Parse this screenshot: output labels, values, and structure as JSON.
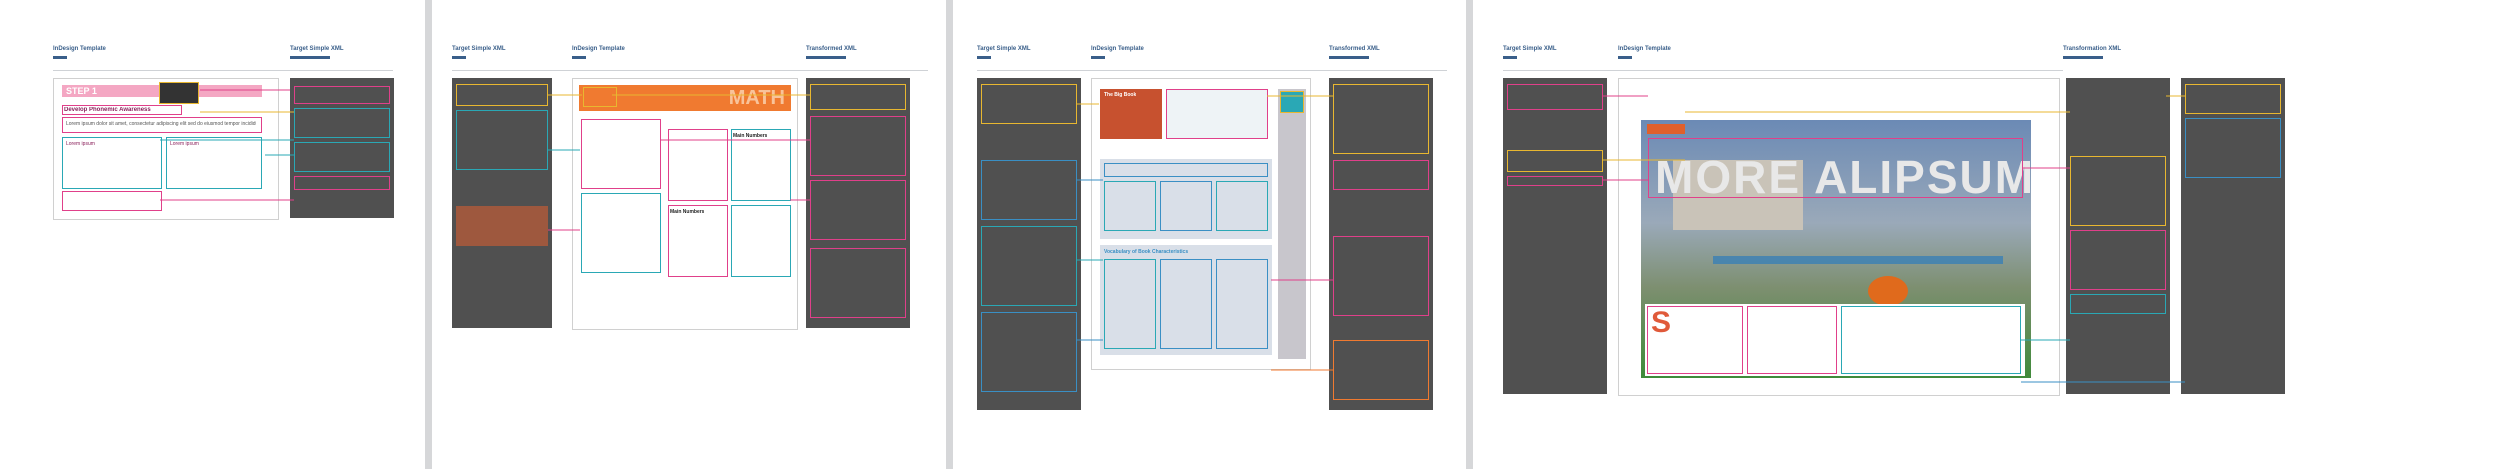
{
  "panels": [
    {
      "labels": {
        "template": "InDesign Template",
        "target": "Target Simple XML"
      },
      "doc": {
        "step_banner": "STEP 1",
        "heading": "Develop Phonemic Awareness",
        "lorem_short": "Lorem ipsum",
        "lorem_line": "Lorem ipsum dolor sit amet, consectetur adipiscing elit sed do eiusmod tempor incididunt."
      }
    },
    {
      "labels": {
        "target": "Target Simple XML",
        "template": "InDesign Template",
        "transformed": "Transformed XML"
      },
      "doc": {
        "title": "MATH",
        "box1": "Main Numbers",
        "box2": "Main Numbers"
      }
    },
    {
      "labels": {
        "target": "Target Simple XML",
        "template": "InDesign Template",
        "transformed": "Transformed XML"
      },
      "doc": {
        "box_title": "The Big Book",
        "section": "Vocabulary of Book Characteristics"
      }
    },
    {
      "labels": {
        "target": "Target Simple XML",
        "template": "InDesign Template",
        "transformation": "Transformation XML"
      },
      "doc": {
        "headline": "MORE ALIPSUM",
        "dropcap": "S"
      }
    }
  ],
  "colors": {
    "code_bg": "#505050",
    "label": "#3a5f8a",
    "magenta": "#e0408a",
    "orange": "#f07a30",
    "yellow": "#e8b730",
    "teal": "#2aa8b5",
    "blue": "#3a8fc4",
    "pink_banner": "#f4a7c3"
  }
}
